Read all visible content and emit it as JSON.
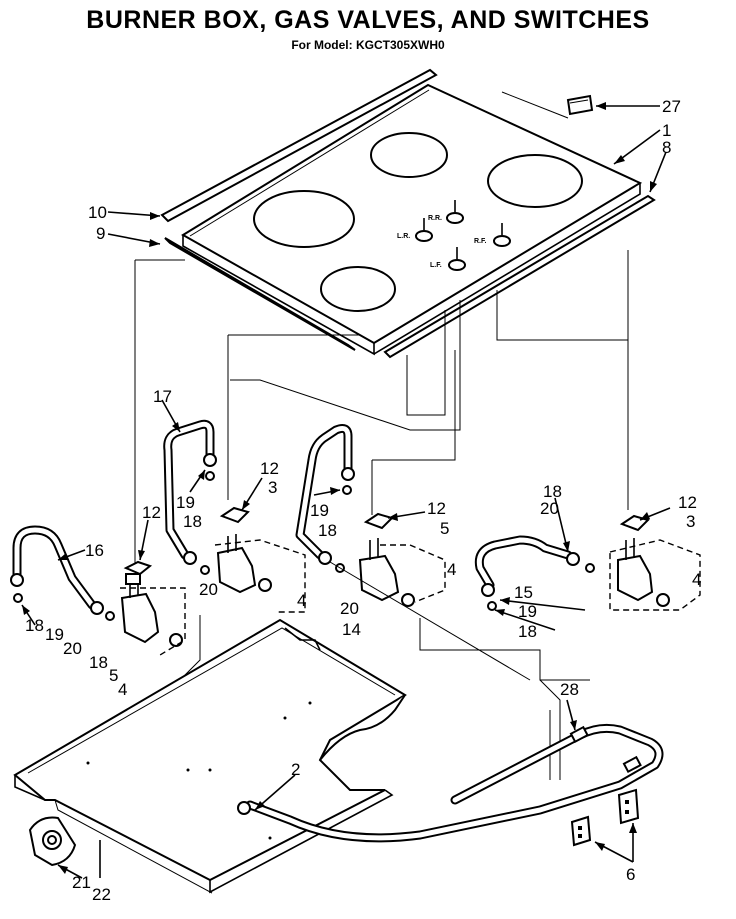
{
  "title": "BURNER BOX, GAS VALVES, AND SWITCHES",
  "subtitle": "For Model: KGCT305XWH0",
  "burner_labels": [
    "L.R.",
    "R.R.",
    "R.F.",
    "L.F."
  ],
  "callouts": [
    "27",
    "1",
    "8",
    "10",
    "9",
    "17",
    "12",
    "3",
    "19",
    "18",
    "20",
    "4",
    "16",
    "5",
    "14",
    "15",
    "21",
    "22",
    "2",
    "28",
    "6"
  ]
}
